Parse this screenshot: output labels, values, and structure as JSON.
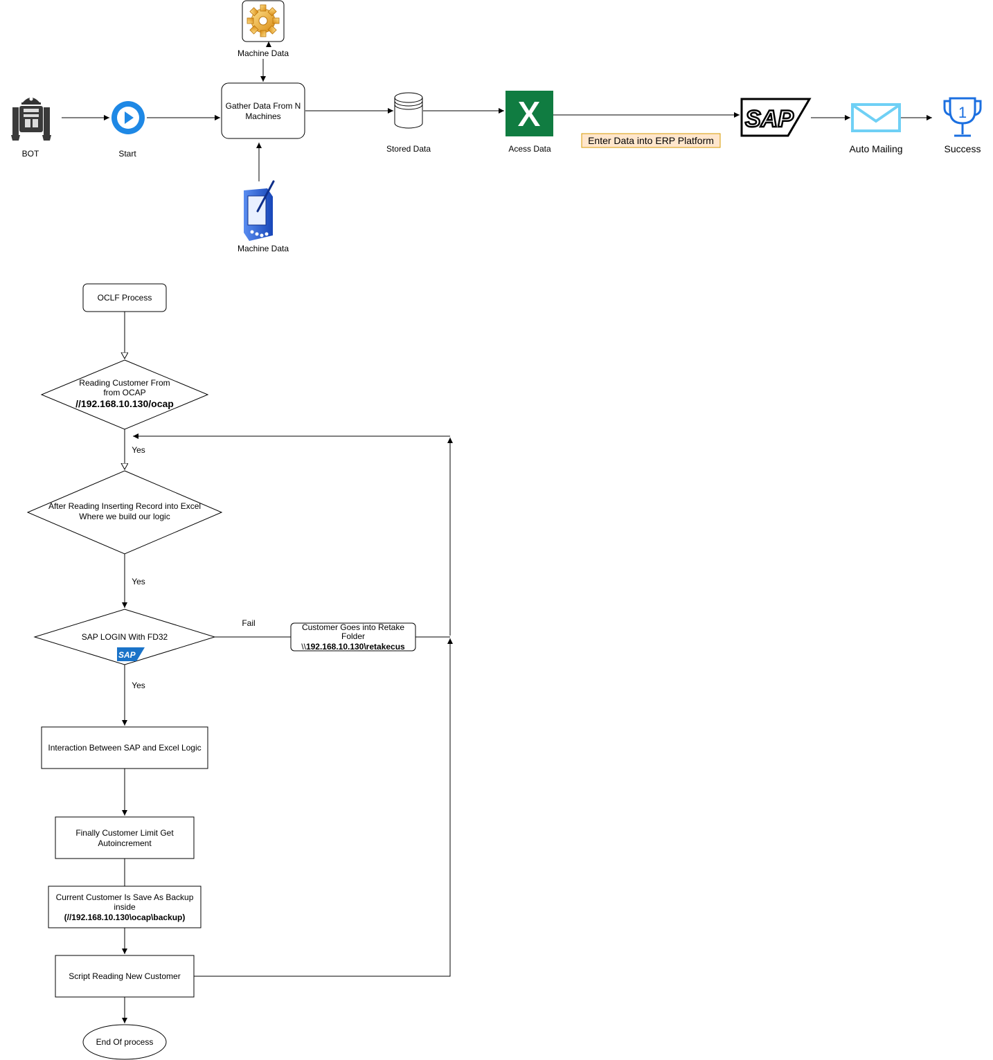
{
  "colors": {
    "excel_green": "#107C41",
    "play_blue": "#1E88E5",
    "sap_blue": "#1A73C8",
    "mail_light_blue": "#6FD0F5",
    "trophy_blue": "#1B6FE0",
    "gear_gold": "#E8A531",
    "erp_label_fill": "#FFE6CC",
    "erp_label_border": "#D79B00"
  },
  "top_flow": {
    "nodes": {
      "bot": {
        "label": "BOT",
        "icon": "robot-icon"
      },
      "start": {
        "label": "Start",
        "icon": "play-icon"
      },
      "gather": {
        "line1": "Gather Data From N",
        "line2": "Machines"
      },
      "machine_top": {
        "label": "Machine Data",
        "icon": "gear-icon"
      },
      "machine_bottom": {
        "label": "Machine Data",
        "icon": "pda-icon"
      },
      "stored": {
        "label": "Stored Data",
        "icon": "database-icon"
      },
      "access": {
        "label": "Acess Data",
        "icon": "excel-icon"
      },
      "sap": {
        "label": "SAP",
        "icon": "sap-logo-icon"
      },
      "mail": {
        "label": "Auto Mailing",
        "icon": "mail-icon"
      },
      "success": {
        "label": "Success",
        "icon": "trophy-icon",
        "trophy_number": "1"
      }
    },
    "edge_label": "Enter Data into ERP Platform"
  },
  "process_flow": {
    "ocl_process": "OCLF Process",
    "reading": {
      "line1": "Reading Customer From",
      "line2": "from OCAP",
      "line3": "//192.168.10.130/ocap"
    },
    "after_reading": {
      "line1": "After Reading Inserting Record into Excel",
      "line2": "Where we build our logic"
    },
    "sap_login": {
      "label": "SAP LOGIN With FD32",
      "logo": "SAP"
    },
    "retake": {
      "line1": "Customer Goes into Retake",
      "line2": "Folder",
      "line3_prefix": "\\\\",
      "line3_bold": "192.168.10.130\\retakecus"
    },
    "interaction": "Interaction Between SAP and Excel Logic",
    "limit": {
      "line1": "Finally Customer Limit Get",
      "line2": "Autoincrement"
    },
    "backup": {
      "line1": "Current Customer Is Save As Backup",
      "line2": "inside",
      "line3": "(//192.168.10.130\\ocap\\backup)"
    },
    "script": "Script Reading New Customer",
    "end": "End Of process",
    "yes1": "Yes",
    "yes2": "Yes",
    "yes3": "Yes",
    "fail": "Fail"
  }
}
